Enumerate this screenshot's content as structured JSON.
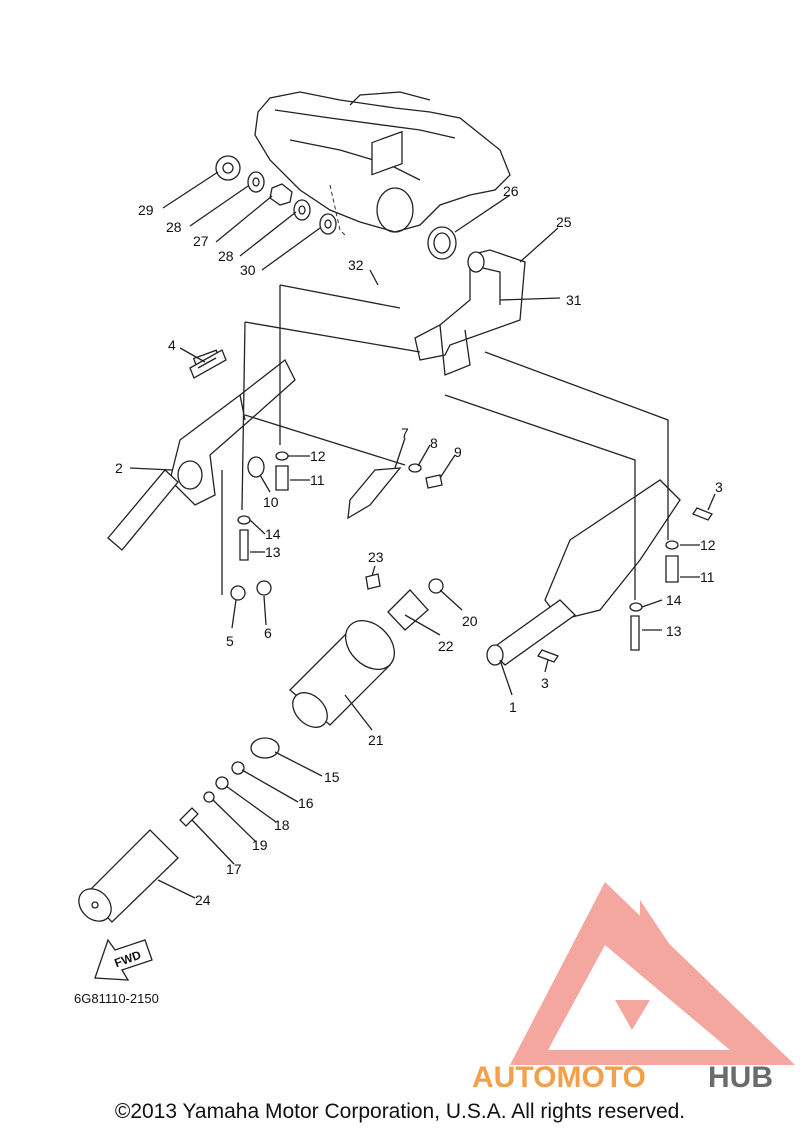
{
  "diagram": {
    "code": "6G81110-2150",
    "fwd_label": "FWD",
    "parts": [
      {
        "id": "p1",
        "text": "1"
      },
      {
        "id": "p2",
        "text": "2"
      },
      {
        "id": "p3a",
        "text": "3"
      },
      {
        "id": "p3b",
        "text": "3"
      },
      {
        "id": "p4",
        "text": "4"
      },
      {
        "id": "p5",
        "text": "5"
      },
      {
        "id": "p6",
        "text": "6"
      },
      {
        "id": "p7",
        "text": "7"
      },
      {
        "id": "p8",
        "text": "8"
      },
      {
        "id": "p9",
        "text": "9"
      },
      {
        "id": "p10",
        "text": "10"
      },
      {
        "id": "p11a",
        "text": "11"
      },
      {
        "id": "p11b",
        "text": "11"
      },
      {
        "id": "p12a",
        "text": "12"
      },
      {
        "id": "p12b",
        "text": "12"
      },
      {
        "id": "p13a",
        "text": "13"
      },
      {
        "id": "p13b",
        "text": "13"
      },
      {
        "id": "p14a",
        "text": "14"
      },
      {
        "id": "p14b",
        "text": "14"
      },
      {
        "id": "p15",
        "text": "15"
      },
      {
        "id": "p16",
        "text": "16"
      },
      {
        "id": "p17",
        "text": "17"
      },
      {
        "id": "p18",
        "text": "18"
      },
      {
        "id": "p19",
        "text": "19"
      },
      {
        "id": "p20",
        "text": "20"
      },
      {
        "id": "p21",
        "text": "21"
      },
      {
        "id": "p22",
        "text": "22"
      },
      {
        "id": "p23",
        "text": "23"
      },
      {
        "id": "p24",
        "text": "24"
      },
      {
        "id": "p25",
        "text": "25"
      },
      {
        "id": "p26",
        "text": "26"
      },
      {
        "id": "p27",
        "text": "27"
      },
      {
        "id": "p28a",
        "text": "28"
      },
      {
        "id": "p28b",
        "text": "28"
      },
      {
        "id": "p29",
        "text": "29"
      },
      {
        "id": "p30",
        "text": "30"
      },
      {
        "id": "p31",
        "text": "31"
      },
      {
        "id": "p32",
        "text": "32"
      }
    ]
  },
  "watermark": {
    "brand_a": "AUTOMOTO",
    "brand_b": "HUB",
    "color_a": "#f4a04a",
    "color_b": "#6b6b6b",
    "triangle_color": "#f08a80"
  },
  "footer": {
    "copyright": "©2013 Yamaha Motor Corporation, U.S.A. All rights reserved."
  }
}
